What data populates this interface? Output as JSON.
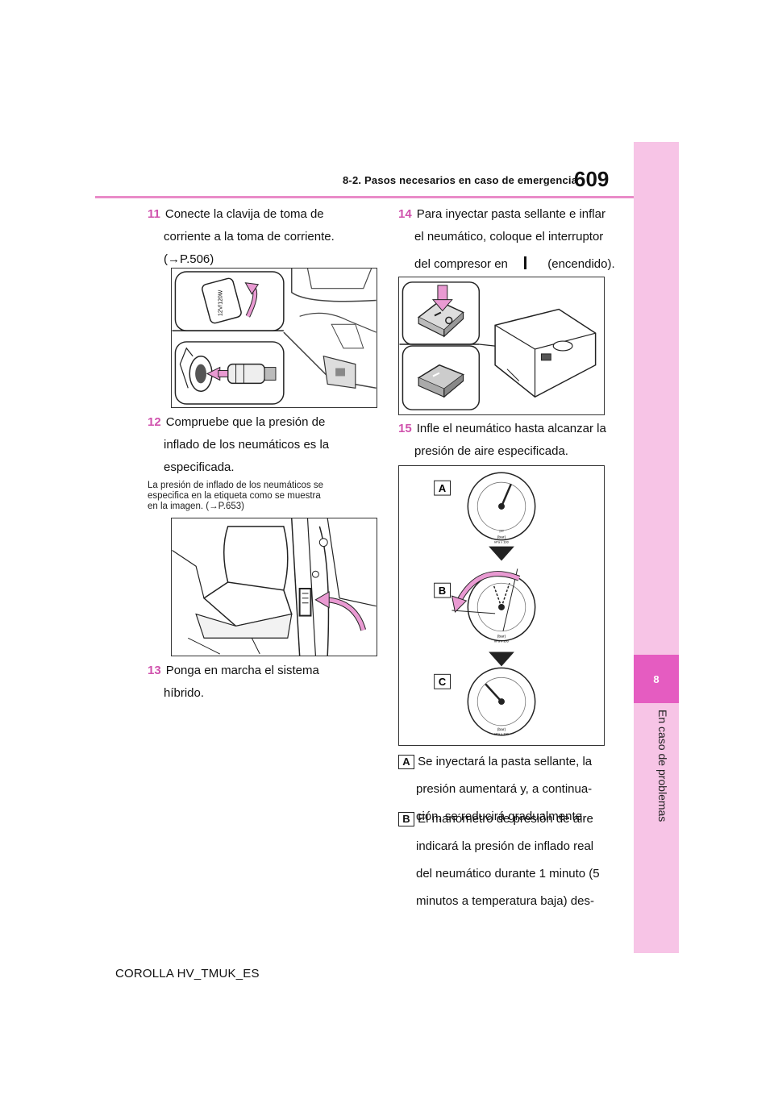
{
  "header": {
    "section_title": "8-2. Pasos necesarios en caso de emergencia",
    "page_number": "609"
  },
  "side_tab": {
    "chapter_number": "8",
    "chapter_label": "En caso de problemas"
  },
  "steps": {
    "s11": {
      "num": "11",
      "line1": "Conecte la clavija de toma de",
      "line2": "corriente a la toma de corriente.",
      "line3": "(→P.506)"
    },
    "s12": {
      "num": "12",
      "line1": "Compruebe que la presión de",
      "line2": "inflado de los neumáticos es la",
      "line3": "especificada."
    },
    "s12_note": {
      "line1": "La presión de inflado de los neumáticos se",
      "line2": "especifica en la etiqueta como se muestra",
      "line3": "en la imagen. (→P.653)"
    },
    "s13": {
      "num": "13",
      "line1": "Ponga en marcha el sistema",
      "line2": "híbrido."
    },
    "s14": {
      "num": "14",
      "line1": "Para inyectar pasta sellante e inflar",
      "line2": "el neumático, coloque el interruptor",
      "line3a": "del compresor en",
      "line3b": "(encendido)."
    },
    "s15": {
      "num": "15",
      "line1": "Infle el neumático hasta alcanzar la",
      "line2": "presión de aire especificada."
    }
  },
  "gauge_labels": {
    "a": "A",
    "b": "B",
    "c": "C"
  },
  "gauge_text": {
    "unit": "(bar)",
    "unit2": "kPa x 100",
    "psi": "psi"
  },
  "socket_cap_text": "12V/120W",
  "notes": {
    "a": {
      "label": "A",
      "line1": "Se inyectará la pasta sellante, la",
      "line2": "presión aumentará y, a continua-",
      "line3": "ción, se reducirá gradualmente."
    },
    "b": {
      "label": "B",
      "line1": "El manómetro de presión de aire",
      "line2": "indicará la presión de inflado real",
      "line3": "del neumático durante 1 minuto (5",
      "line4": "minutos a temperatura baja) des-"
    }
  },
  "footer": {
    "model": "COROLLA HV_TMUK_ES"
  }
}
